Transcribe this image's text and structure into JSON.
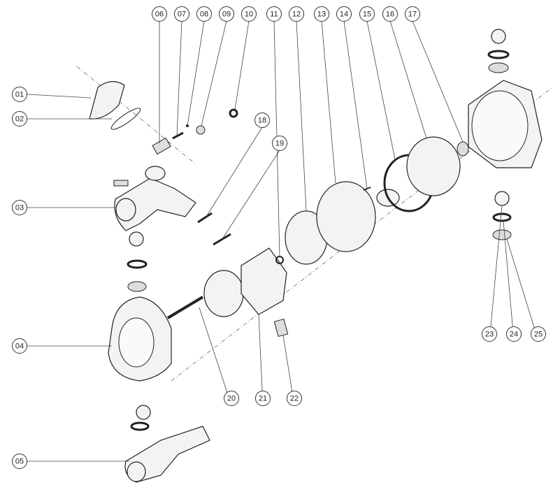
{
  "diagram": {
    "title": "Diaphragm pump exploded view",
    "callouts": [
      "01",
      "02",
      "03",
      "04",
      "05",
      "06",
      "07",
      "08",
      "09",
      "10",
      "11",
      "12",
      "13",
      "14",
      "15",
      "16",
      "17",
      "18",
      "19",
      "20",
      "21",
      "22",
      "23",
      "24",
      "25"
    ]
  }
}
